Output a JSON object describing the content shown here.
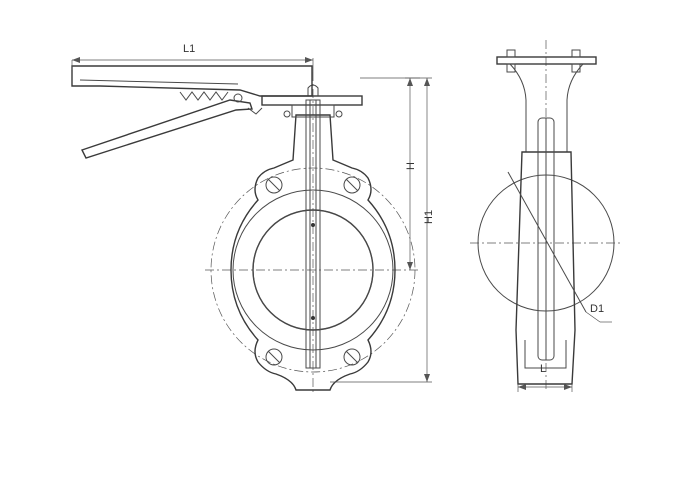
{
  "labels": {
    "l1": "L1",
    "h": "H",
    "h1": "H1",
    "d1": "D1",
    "l": "L"
  },
  "colors": {
    "line": "#4a4a4a",
    "hatch": "#8a8a8a"
  }
}
